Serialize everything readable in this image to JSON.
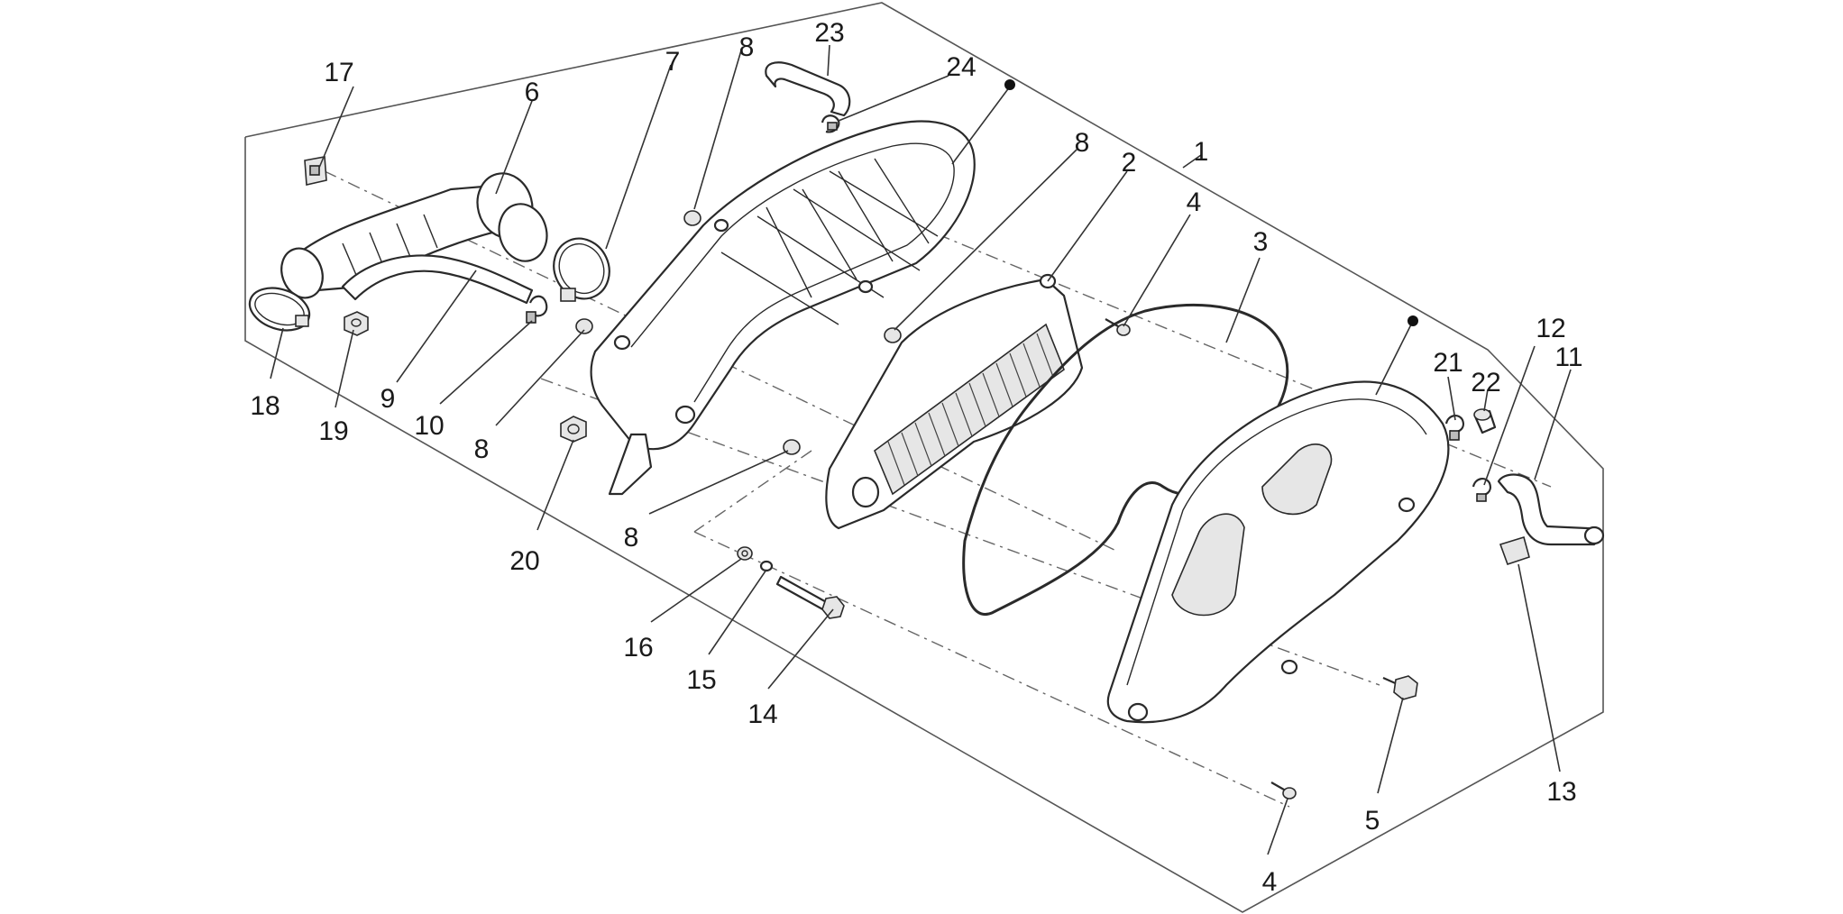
{
  "labels": [
    {
      "id": "17",
      "text": "17"
    },
    {
      "id": "6",
      "text": "6"
    },
    {
      "id": "7",
      "text": "7"
    },
    {
      "id": "8a",
      "text": "8"
    },
    {
      "id": "23",
      "text": "23"
    },
    {
      "id": "24",
      "text": "24"
    },
    {
      "id": "8b",
      "text": "8"
    },
    {
      "id": "2",
      "text": "2"
    },
    {
      "id": "1",
      "text": "1"
    },
    {
      "id": "4a",
      "text": "4"
    },
    {
      "id": "3",
      "text": "3"
    },
    {
      "id": "12",
      "text": "12"
    },
    {
      "id": "11",
      "text": "11"
    },
    {
      "id": "21",
      "text": "21"
    },
    {
      "id": "22",
      "text": "22"
    },
    {
      "id": "18",
      "text": "18"
    },
    {
      "id": "19",
      "text": "19"
    },
    {
      "id": "9",
      "text": "9"
    },
    {
      "id": "10",
      "text": "10"
    },
    {
      "id": "8c",
      "text": "8"
    },
    {
      "id": "8d",
      "text": "8"
    },
    {
      "id": "20",
      "text": "20"
    },
    {
      "id": "16",
      "text": "16"
    },
    {
      "id": "15",
      "text": "15"
    },
    {
      "id": "14",
      "text": "14"
    },
    {
      "id": "13",
      "text": "13"
    },
    {
      "id": "5",
      "text": "5"
    },
    {
      "id": "4b",
      "text": "4"
    }
  ]
}
